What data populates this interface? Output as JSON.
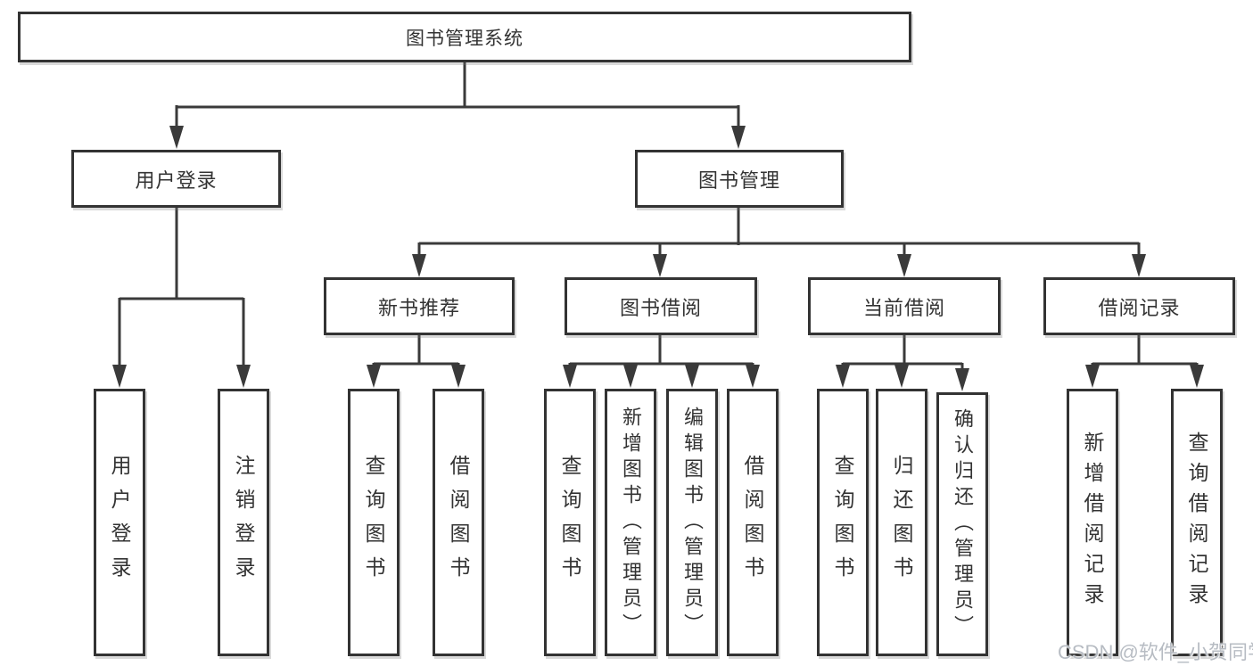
{
  "diagram": {
    "root": {
      "label": "图书管理系统"
    },
    "level1": [
      {
        "label": "用户登录"
      },
      {
        "label": "图书管理"
      }
    ],
    "level2": [
      {
        "label": "新书推荐"
      },
      {
        "label": "图书借阅"
      },
      {
        "label": "当前借阅"
      },
      {
        "label": "借阅记录"
      }
    ],
    "leaves": {
      "user_login": [
        {
          "label": "用户登录"
        },
        {
          "label": "注销登录"
        }
      ],
      "new_books": [
        {
          "label": "查询图书"
        },
        {
          "label": "借阅图书"
        }
      ],
      "book_borrow": [
        {
          "label": "查询图书"
        },
        {
          "label": "新增图书（管理员）"
        },
        {
          "label": "编辑图书（管理员）"
        },
        {
          "label": "借阅图书"
        }
      ],
      "current_borrow": [
        {
          "label": "查询图书"
        },
        {
          "label": "归还图书"
        },
        {
          "label": "确认归还（管理员）"
        }
      ],
      "borrow_records": [
        {
          "label": "新增借阅记录"
        },
        {
          "label": "查询借阅记录"
        }
      ]
    },
    "watermark": "CSDN @软件_小贺同学",
    "colors": {
      "line": "#3a3a3a",
      "text": "#333333",
      "watermark": "#b7bcc3",
      "background": "#ffffff"
    }
  }
}
